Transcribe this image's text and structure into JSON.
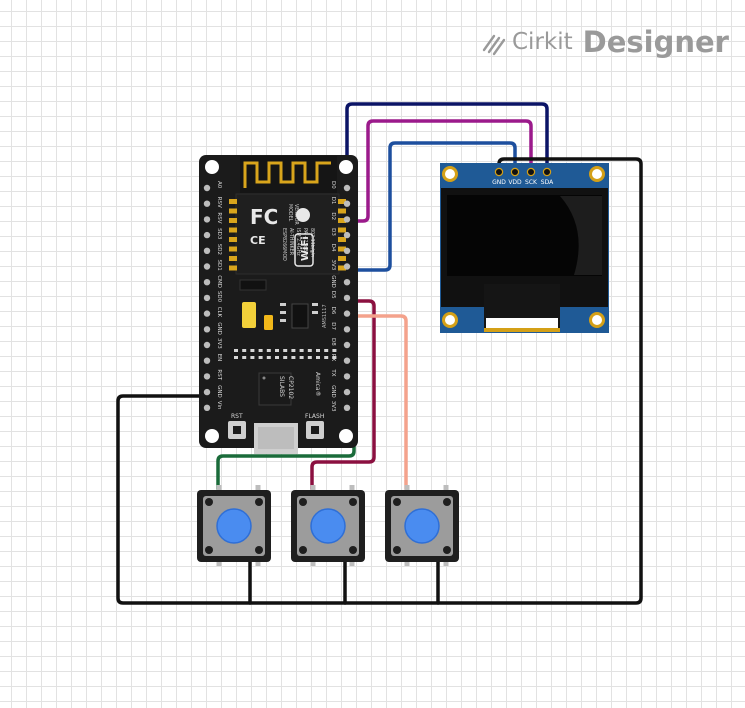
{
  "logo": {
    "brand": "Cirkit",
    "product": "Designer"
  },
  "mcu": {
    "left_pins": [
      "A0",
      "RSV",
      "RSV",
      "SD3",
      "SD2",
      "SD1",
      "CMD",
      "SD0",
      "CLK",
      "GND",
      "3V3",
      "EN",
      "RST",
      "GND",
      "Vin"
    ],
    "right_pins": [
      "D0",
      "D1",
      "D2",
      "D3",
      "D4",
      "3V3",
      "GND",
      "D5",
      "D6",
      "D7",
      "D8",
      "RX",
      "TX",
      "GND",
      "3V3"
    ],
    "module_text": [
      "MODEL",
      "VENDOR",
      "ESP8266MOD",
      "AI-THINKER",
      "ISM 2.4GHz",
      "PA +25dBm",
      "802.11b/g/n"
    ],
    "wifi_label": "WiFi",
    "fc_label": "FC",
    "ce_label": "CE",
    "chip_text": [
      "SILABS",
      "CP2102"
    ],
    "brand_text": "Amica®",
    "reg_text": "AMS1117",
    "rst_label": "RST",
    "flash_label": "FLASH"
  },
  "oled": {
    "pins": [
      "GND",
      "VDD",
      "SCK",
      "SDA"
    ]
  },
  "colors": {
    "black": "#111111",
    "navy": "#0b1466",
    "magenta": "#9b1a8b",
    "blue": "#1d4f9e",
    "maroon": "#8b1040",
    "salmon": "#f4a28c",
    "green": "#1a6b3a",
    "button_cap": "#4a8cf0",
    "board": "#1b1b1b",
    "oled_pcb": "#1f5a96",
    "oled_screen": "#0b0b0b"
  }
}
